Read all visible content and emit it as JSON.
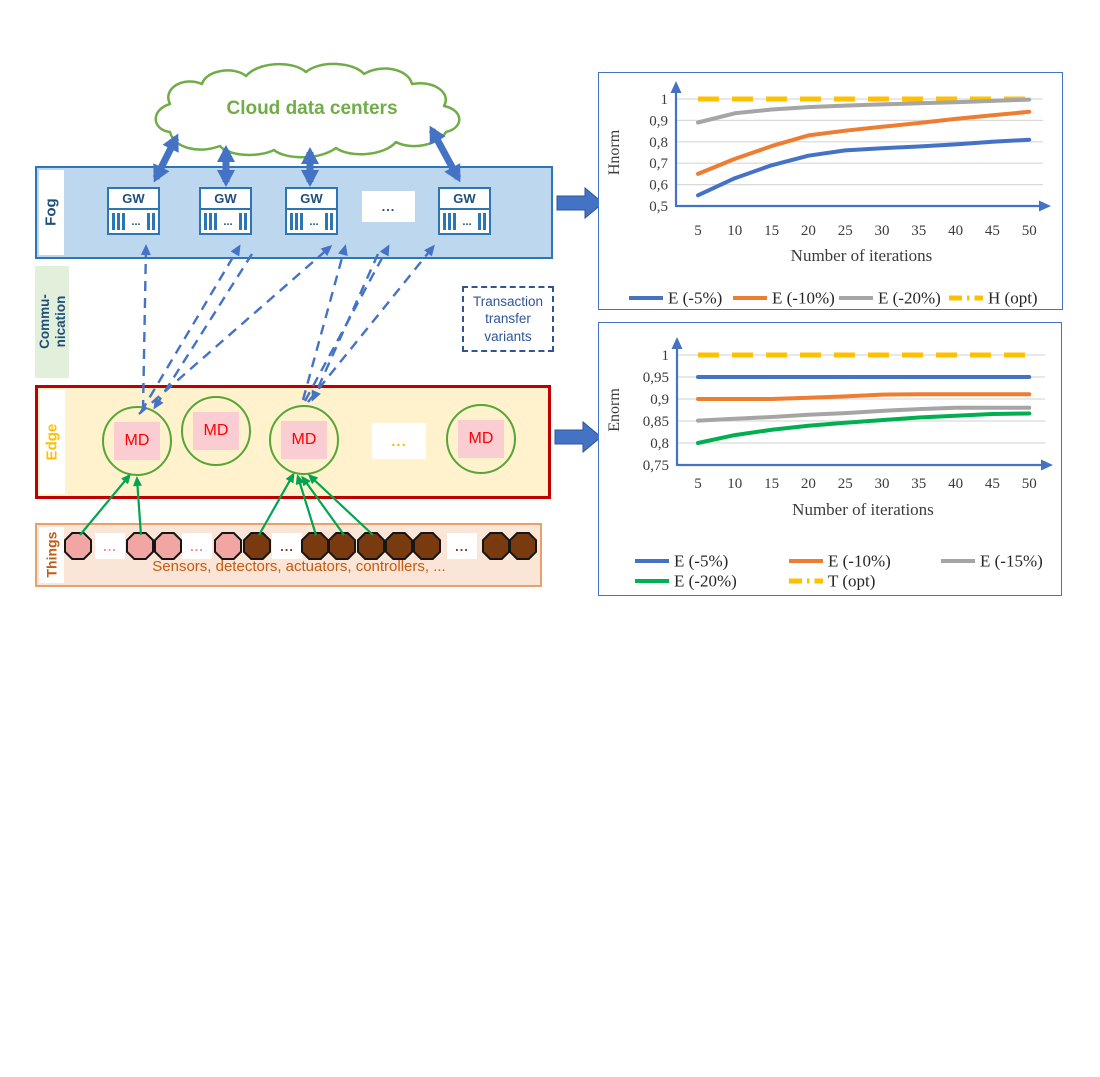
{
  "diagram": {
    "cloud_label": "Cloud data centers",
    "fog": {
      "label": "Fog",
      "nodes": [
        {
          "type": "gw",
          "label": "GW",
          "dots": "..."
        },
        {
          "type": "gw",
          "label": "GW",
          "dots": "..."
        },
        {
          "type": "gw",
          "label": "GW",
          "dots": "..."
        },
        {
          "type": "dots",
          "label": "..."
        },
        {
          "type": "gw",
          "label": "GW",
          "dots": "..."
        }
      ]
    },
    "communication": {
      "label": "Commu-\nnication"
    },
    "transaction_box": {
      "label": "Transaction\ntransfer\nvariants"
    },
    "edge": {
      "label": "Edge",
      "nodes": [
        {
          "type": "md",
          "label": "MD"
        },
        {
          "type": "md",
          "label": "MD"
        },
        {
          "type": "md",
          "label": "MD"
        },
        {
          "type": "dots",
          "label": "..."
        },
        {
          "type": "md",
          "label": "MD"
        }
      ]
    },
    "things": {
      "label": "Things",
      "caption": "Sensors, detectors, actuators, controllers, ...",
      "items": [
        "pink",
        "dots-pink",
        "pink",
        "pink",
        "dots-pink",
        "pink",
        "brown",
        "dots-brown",
        "brown",
        "brown",
        "brown",
        "brown",
        "brown",
        "dots-brown",
        "brown",
        "brown"
      ]
    }
  },
  "chart_data": [
    {
      "type": "line",
      "title": "",
      "xlabel": "Number of iterations",
      "ylabel": "Hnorm",
      "x": [
        5,
        10,
        15,
        20,
        25,
        30,
        35,
        40,
        45,
        50
      ],
      "ylim": [
        0.5,
        1.0
      ],
      "ytick_values": [
        0.5,
        0.6,
        0.7,
        0.8,
        0.9,
        1
      ],
      "ytick_labels": [
        "0,5",
        "0,6",
        "0,7",
        "0,8",
        "0,9",
        "1"
      ],
      "xtick_labels": [
        "5",
        "10",
        "15",
        "20",
        "25",
        "30",
        "35",
        "40",
        "45",
        "50"
      ],
      "grid": "horizontal",
      "legend_position": "bottom",
      "series": [
        {
          "name": "E (-5%)",
          "color": "#4472C4",
          "dashed": false,
          "values": [
            0.55,
            0.63,
            0.69,
            0.735,
            0.76,
            0.77,
            0.778,
            0.788,
            0.8,
            0.81
          ]
        },
        {
          "name": "E (-10%)",
          "color": "#ED7D31",
          "dashed": false,
          "values": [
            0.65,
            0.72,
            0.78,
            0.83,
            0.852,
            0.87,
            0.888,
            0.907,
            0.924,
            0.94
          ]
        },
        {
          "name": "E (-20%)",
          "color": "#A5A5A5",
          "dashed": false,
          "values": [
            0.89,
            0.933,
            0.951,
            0.962,
            0.969,
            0.975,
            0.98,
            0.985,
            0.991,
            0.997
          ]
        },
        {
          "name": "H (opt)",
          "color": "#FFC000",
          "dashed": true,
          "values": [
            1,
            1,
            1,
            1,
            1,
            1,
            1,
            1,
            1,
            1
          ]
        }
      ]
    },
    {
      "type": "line",
      "title": "",
      "xlabel": "Number of iterations",
      "ylabel": "Enorm",
      "x": [
        5,
        10,
        15,
        20,
        25,
        30,
        35,
        40,
        45,
        50
      ],
      "ylim": [
        0.75,
        1.0
      ],
      "ytick_values": [
        0.75,
        0.8,
        0.85,
        0.9,
        0.95,
        1
      ],
      "ytick_labels": [
        "0,75",
        "0,8",
        "0,85",
        "0,9",
        "0,95",
        "1"
      ],
      "xtick_labels": [
        "5",
        "10",
        "15",
        "20",
        "25",
        "30",
        "35",
        "40",
        "45",
        "50"
      ],
      "grid": "horizontal",
      "legend_position": "bottom",
      "series": [
        {
          "name": "E (-5%)",
          "color": "#4472C4",
          "dashed": false,
          "values": [
            0.95,
            0.95,
            0.95,
            0.95,
            0.95,
            0.95,
            0.95,
            0.95,
            0.95,
            0.95
          ]
        },
        {
          "name": "E (-10%)",
          "color": "#ED7D31",
          "dashed": false,
          "values": [
            0.9,
            0.9,
            0.9,
            0.903,
            0.906,
            0.91,
            0.911,
            0.911,
            0.911,
            0.911
          ]
        },
        {
          "name": "E (-15%)",
          "color": "#A5A5A5",
          "dashed": false,
          "values": [
            0.851,
            0.855,
            0.859,
            0.864,
            0.868,
            0.873,
            0.877,
            0.88,
            0.88,
            0.88
          ]
        },
        {
          "name": "E (-20%)",
          "color": "#00B050",
          "dashed": false,
          "values": [
            0.8,
            0.818,
            0.83,
            0.839,
            0.846,
            0.852,
            0.858,
            0.862,
            0.866,
            0.867
          ]
        },
        {
          "name": "T (opt)",
          "color": "#FFC000",
          "dashed": true,
          "values": [
            1,
            1,
            1,
            1,
            1,
            1,
            1,
            1,
            1,
            1
          ]
        }
      ]
    }
  ]
}
